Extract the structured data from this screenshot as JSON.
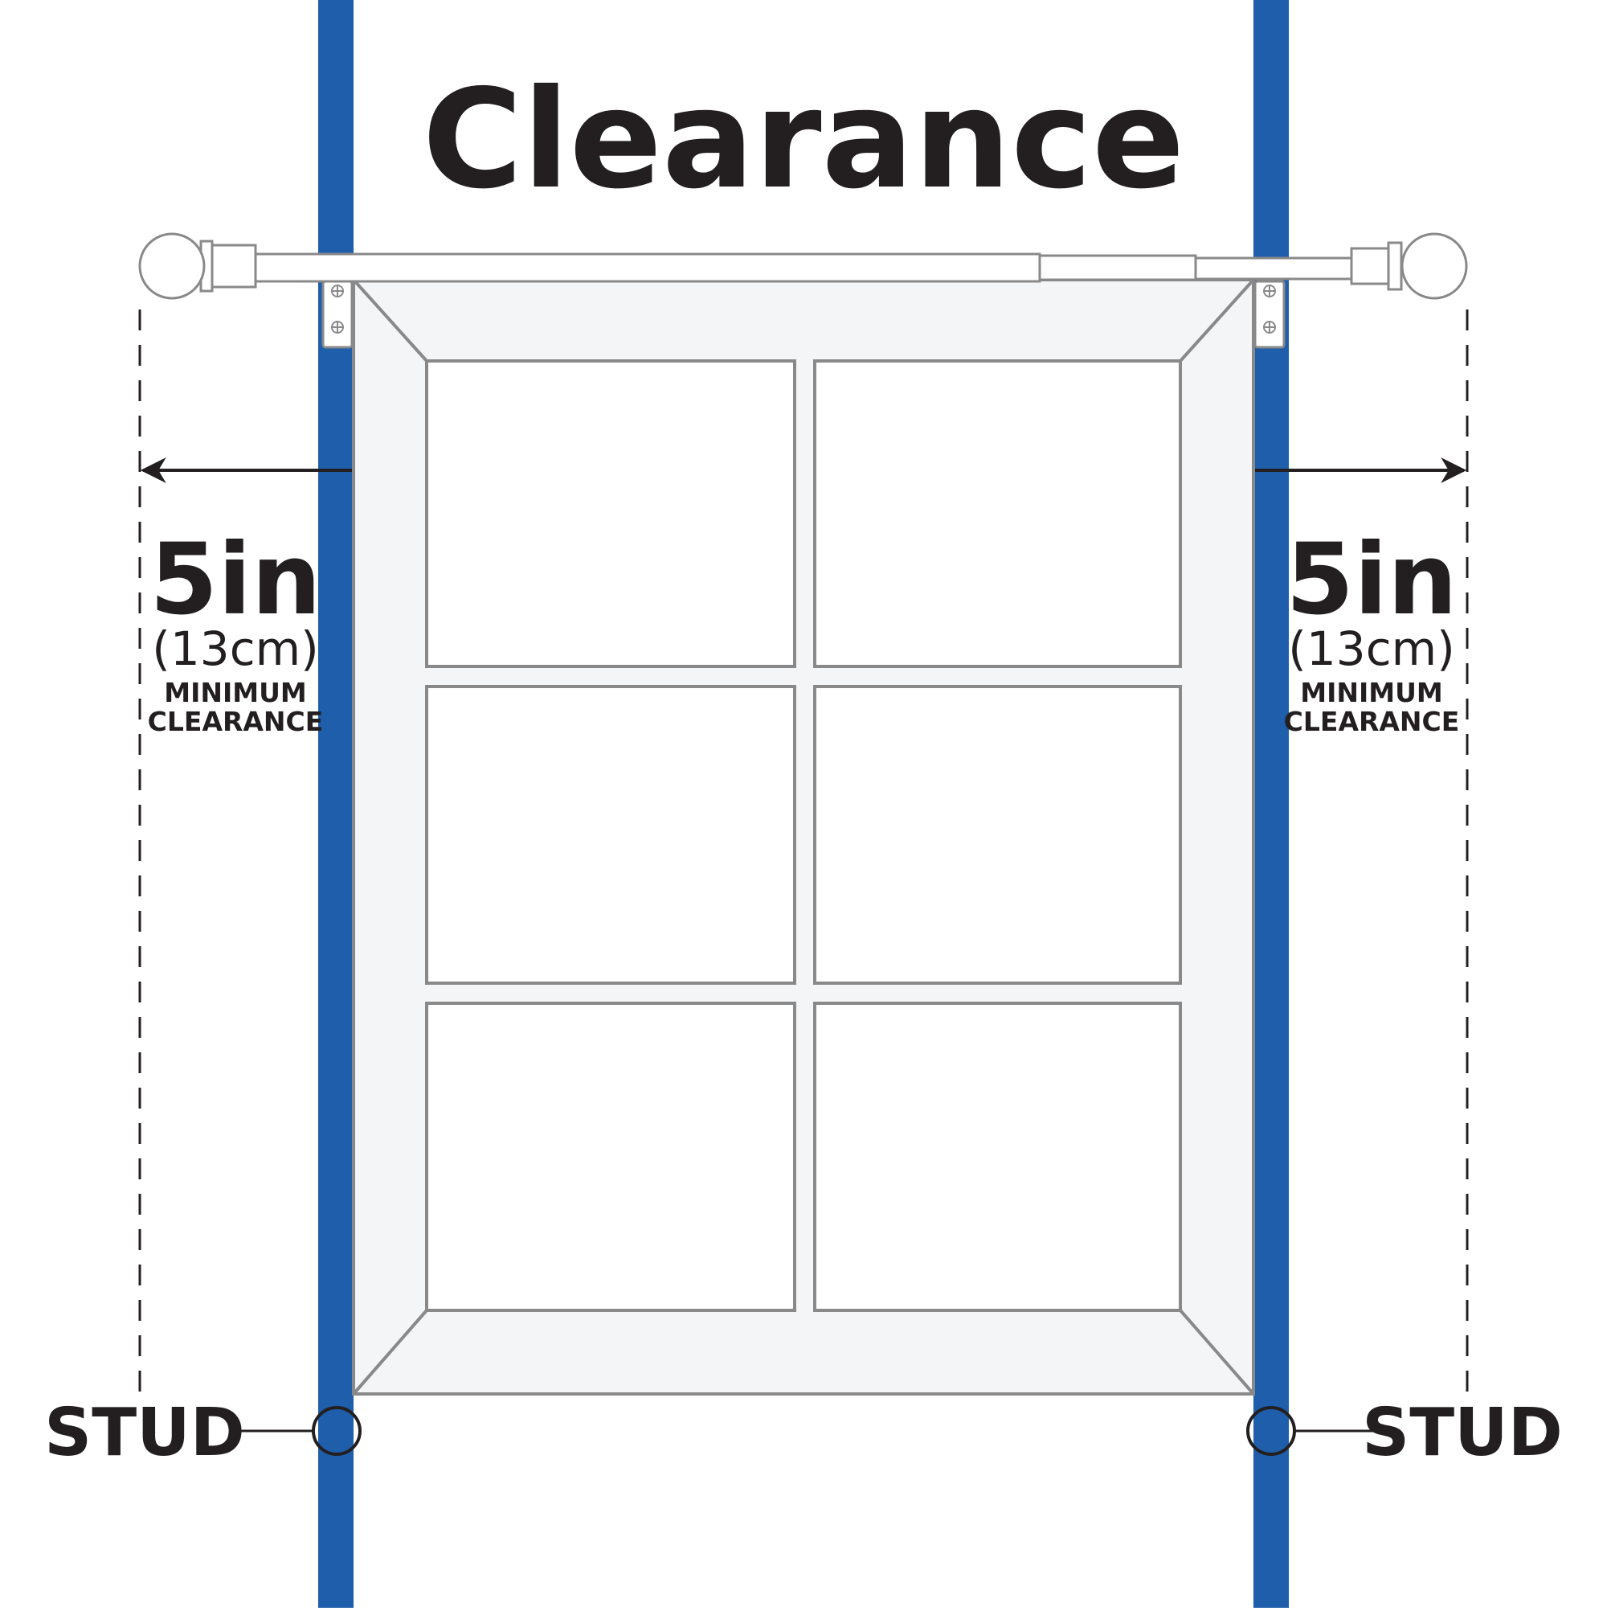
{
  "title": "Clearance",
  "left_callout": {
    "value": "5in",
    "metric": "(13cm)",
    "line1": "MINIMUM",
    "line2": "CLEARANCE"
  },
  "right_callout": {
    "value": "5in",
    "metric": "(13cm)",
    "line1": "MINIMUM",
    "line2": "CLEARANCE"
  },
  "stud_left_label": "STUD",
  "stud_right_label": "STUD",
  "colors": {
    "stud": "#1e5eab",
    "frame_fill": "#f4f5f7",
    "outline": "#898989",
    "text": "#231f20"
  },
  "icons": [
    "finial-icon",
    "bracket-icon",
    "screw-icon",
    "arrow-icon",
    "stud-marker-icon"
  ]
}
